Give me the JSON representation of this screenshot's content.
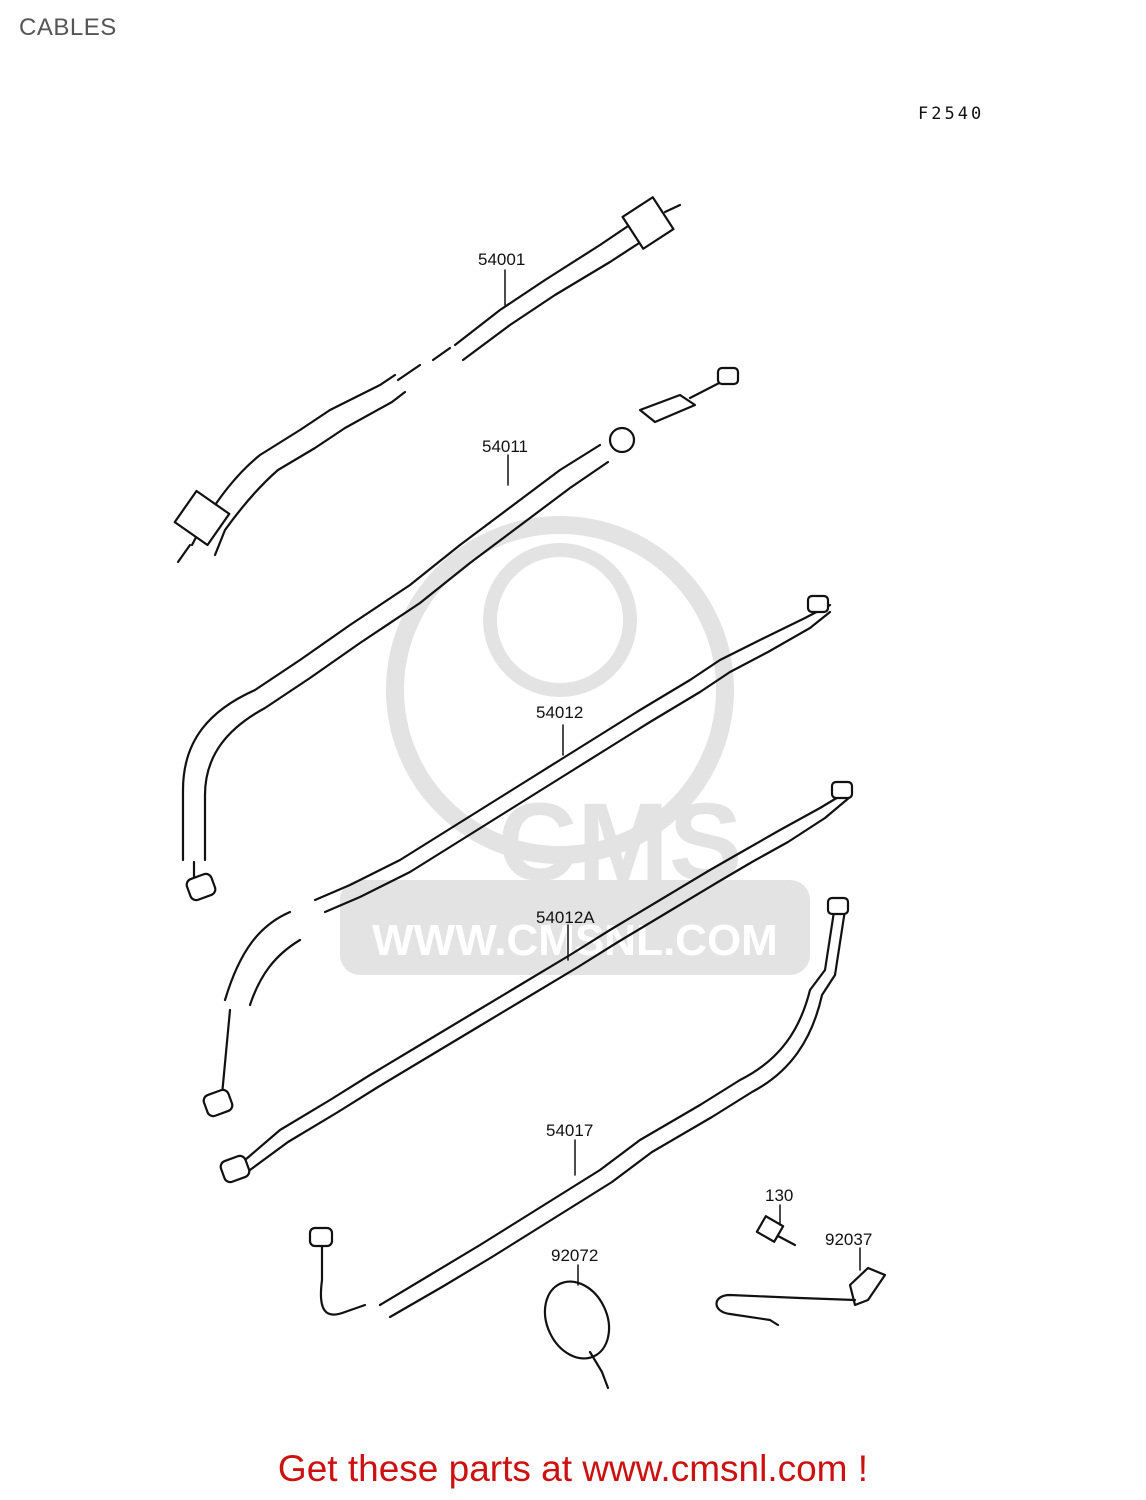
{
  "page": {
    "title": "CABLES",
    "figure_code": "F2540"
  },
  "watermark": {
    "brand": "CMS",
    "url": "WWW.CMSNL.COM",
    "color": "#e3e3e3"
  },
  "parts": [
    {
      "id": "54001"
    },
    {
      "id": "54011"
    },
    {
      "id": "54012"
    },
    {
      "id": "54012A"
    },
    {
      "id": "54017"
    },
    {
      "id": "130"
    },
    {
      "id": "92072"
    },
    {
      "id": "92037"
    }
  ],
  "footer": {
    "cta": "Get these parts at www.cmsnl.com !",
    "color": "#cc1111"
  }
}
